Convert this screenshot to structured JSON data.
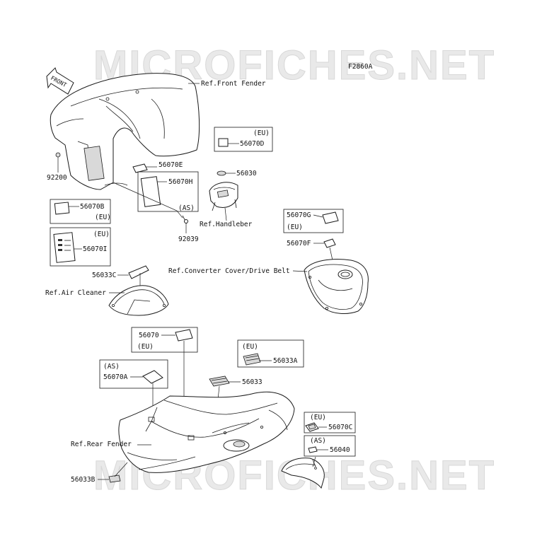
{
  "figure_code": "F2860A",
  "watermark": "MICROFICHES.NET",
  "front_arrow": "FRONT",
  "labels": {
    "ref_front_fender": "Ref.Front Fender",
    "eu_1": "(EU)",
    "p56070D": "56070D",
    "p92200": "92200",
    "p56070E": "56070E",
    "p56070H": "56070H",
    "as_1": "(AS)",
    "p92039": "92039",
    "p56030": "56030",
    "ref_handleber": "Ref.Handleber",
    "p56070B": "56070B",
    "eu_2": "(EU)",
    "eu_3": "(EU)",
    "p56070I": "56070I",
    "p56070G": "56070G",
    "eu_4": "(EU)",
    "p56070F": "56070F",
    "p56033C": "56033C",
    "ref_converter": "Ref.Converter Cover/Drive Belt",
    "ref_air_cleaner": "Ref.Air Cleaner",
    "p56070": "56070",
    "eu_5": "(EU)",
    "eu_6": "(EU)",
    "p56033A": "56033A",
    "as_2": "(AS)",
    "p56070A": "56070A",
    "p56033": "56033",
    "eu_7": "(EU)",
    "p56070C": "56070C",
    "ref_rear_fender": "Ref.Rear Fender",
    "as_3": "(AS)",
    "p56040": "56040",
    "p56033B": "56033B"
  }
}
